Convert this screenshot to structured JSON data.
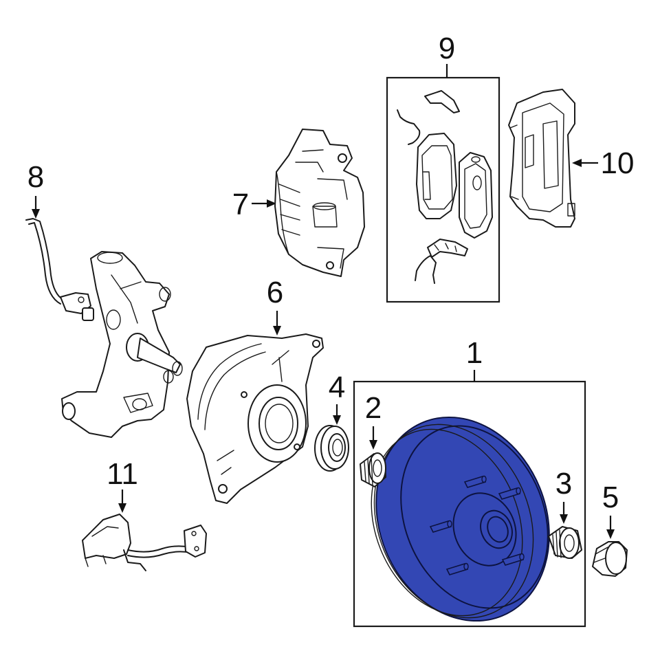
{
  "callouts": {
    "rotor": "1",
    "inner_bearing": "2",
    "outer_bearing": "3",
    "seal": "4",
    "dust_cap": "5",
    "splash_shield": "6",
    "caliper": "7",
    "front_abs_sensor": "8",
    "pad_kit": "9",
    "caliper_bracket": "10",
    "rear_harness": "11"
  },
  "colors": {
    "highlight_fill": "#3347b4",
    "highlight_stroke": "#0d1340",
    "line": "#1a1a1a"
  }
}
